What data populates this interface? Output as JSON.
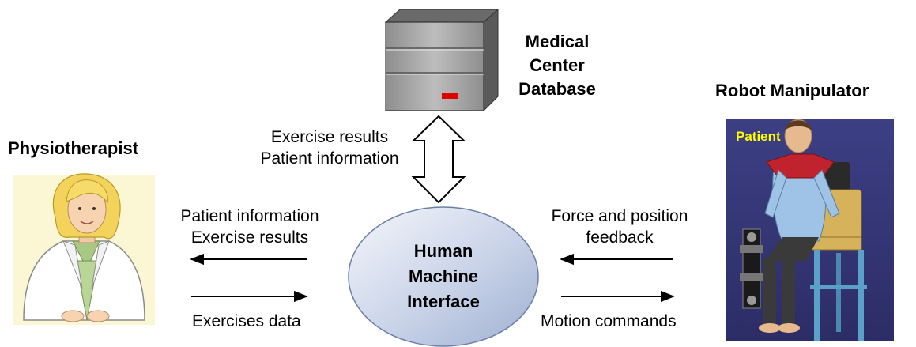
{
  "database": {
    "label_lines": [
      "Medical",
      "Center",
      "Database"
    ],
    "icon": "server-cabinet-icon",
    "indicator_color": "#e00000"
  },
  "physiotherapist": {
    "title": "Physiotherapist",
    "icon": "physiotherapist-illustration"
  },
  "robot": {
    "title": "Robot Manipulator",
    "patient_label": "Patient",
    "icon": "robot-patient-render",
    "patient_label_color": "#ffff00",
    "background_color": "#3a3a7a"
  },
  "hmi": {
    "label_lines": [
      "Human",
      "Machine",
      "Interface"
    ]
  },
  "links": {
    "db_hmi": {
      "line1": "Exercise results",
      "line2": "Patient information",
      "direction": "bidirectional"
    },
    "hmi_to_physio": {
      "line1": "Patient information",
      "line2": "Exercise results"
    },
    "physio_to_hmi": {
      "label": "Exercises data"
    },
    "robot_to_hmi": {
      "line1": "Force and position",
      "line2": "feedback"
    },
    "hmi_to_robot": {
      "label": "Motion commands"
    }
  }
}
